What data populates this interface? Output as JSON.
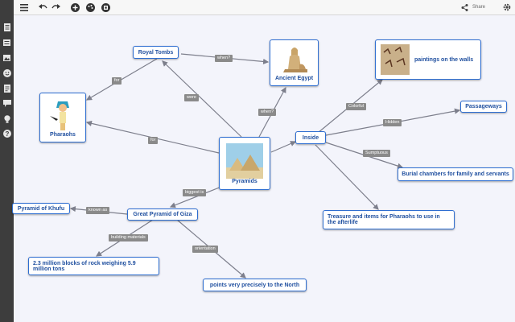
{
  "toolbar": {
    "share_label": "Share",
    "icons": [
      "app-logo-icon",
      "menu-icon",
      "undo-icon",
      "redo-icon",
      "add-icon",
      "palette-icon",
      "layout-icon",
      "share-icon",
      "gear-icon"
    ]
  },
  "sidebar": {
    "icons": [
      "document-icon",
      "outline-icon",
      "image-icon",
      "emoji-icon",
      "notes-icon",
      "comment-icon",
      "idea-icon",
      "help-icon"
    ]
  },
  "concepts": {
    "pyramids": "Pyramids",
    "royal_tombs": "Royal Tombs",
    "ancient_egypt": "Ancient Egypt",
    "pharaohs": "Pharaohs",
    "paintings": "paintings on the walls",
    "passageways": "Passageways",
    "inside": "Inside",
    "burial": "Burial chambers for family and servants",
    "treasure": "Treasure and items for Pharaohs to use in the afterlife",
    "khufu": "Pyramid of Khufu",
    "giza": "Great Pyramid of Giza",
    "blocks": "2.3 million blocks of rock weighing 5.9 million tons",
    "north": "points very precisely to the North"
  },
  "links": {
    "when1": "when?",
    "when2": "when?",
    "for1": "for",
    "for2": "for",
    "were": "were",
    "colorful": "Colorful",
    "hidden": "Hidden",
    "sumptuous": "Sumptuous",
    "biggest": "biggest is",
    "known": "known as",
    "materials": "building materials",
    "orientation": "orientation"
  },
  "colors": {
    "node_border": "#2e6ed1",
    "node_text": "#1f4f9f",
    "link_label_bg": "#8a8a8a",
    "connector": "#7d7f8c",
    "sidebar_bg": "#3d3d3d",
    "canvas_bg": "#f3f4fb",
    "logo_red": "#d8322f"
  }
}
